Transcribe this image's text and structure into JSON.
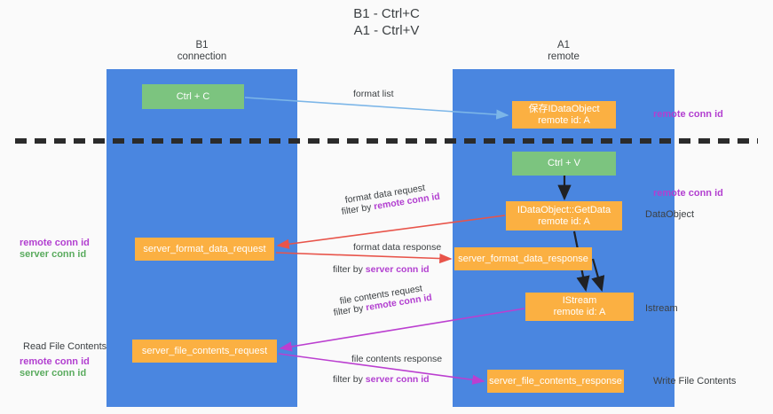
{
  "title": {
    "line1": "B1 - Ctrl+C",
    "line2": "A1 - Ctrl+V"
  },
  "lanes": [
    {
      "id": "b1",
      "name": "B1",
      "sub": "connection",
      "color": "#4a86e0"
    },
    {
      "id": "a1",
      "name": "A1",
      "sub": "remote",
      "color": "#4a86e0"
    }
  ],
  "nodes": {
    "ctrl_c": {
      "label": "Ctrl + C",
      "color": "#7cc47f"
    },
    "save_idataobject": {
      "line1": "保存IDataObject",
      "line2": "remote id: A",
      "color": "#fbb042"
    },
    "ctrl_v": {
      "label": "Ctrl + V",
      "color": "#7cc47f"
    },
    "getdata": {
      "line1": "IDataObject::GetData",
      "line2": "remote id: A",
      "color": "#fbb042"
    },
    "format_data_request": {
      "label": "server_format_data_request",
      "color": "#fbb042"
    },
    "format_data_response": {
      "label": "server_format_data_response",
      "color": "#fbb042"
    },
    "istream": {
      "line1": "IStream",
      "line2": "remote id: A",
      "color": "#fbb042"
    },
    "file_contents_request": {
      "label": "server_file_contents_request",
      "color": "#fbb042"
    },
    "file_contents_response": {
      "label": "server_file_contents_response",
      "color": "#fbb042"
    }
  },
  "edges": {
    "format_list": {
      "label": "format list",
      "color": "#7cb6e8"
    },
    "format_data_request": {
      "line1": "format data request",
      "filter_prefix": "filter by ",
      "filter_key": "remote conn id",
      "color": "#e8544a"
    },
    "format_data_response": {
      "line1": "format data response",
      "filter_prefix": "filter by ",
      "filter_key": "server conn id",
      "color": "#e8544a"
    },
    "file_contents_request": {
      "line1": "file contents request",
      "filter_prefix": "filter by ",
      "filter_key": "remote conn id",
      "color": "#bb3fd0"
    },
    "file_contents_response": {
      "line1": "file contents response",
      "filter_prefix": "filter by ",
      "filter_key": "server conn id",
      "color": "#bb3fd0"
    }
  },
  "annotations": {
    "right_remote_conn_top": "remote conn id",
    "right_remote_conn_mid": "remote conn id",
    "right_dataobject": "DataObject",
    "right_istream": "Istream",
    "right_write_file_contents": "Write File Contents",
    "left_remote_conn_mid": "remote conn id",
    "left_server_conn_mid": "server conn id",
    "left_read_file_contents": "Read File Contents",
    "left_remote_conn_bottom": "remote conn id",
    "left_server_conn_bottom": "server conn id"
  },
  "colors": {
    "lane": "#4a86e0",
    "green_node": "#7cc47f",
    "orange_node": "#fbb042",
    "purple_text": "#b23fd0",
    "green_text": "#5aab5e",
    "red_arrow": "#e8544a",
    "magenta_arrow": "#bb3fd0",
    "blue_arrow": "#7cb6e8",
    "divider": "#2b2b2b",
    "background": "#fafafa"
  }
}
